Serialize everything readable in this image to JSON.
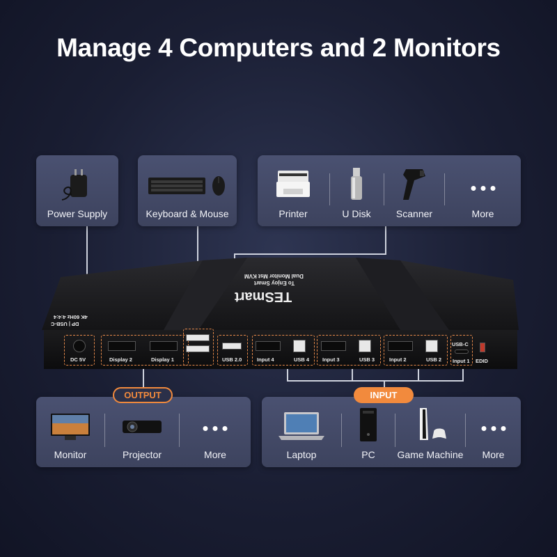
{
  "title": "Manage 4 Computers and 2 Monitors",
  "top_cards": {
    "power": {
      "label": "Power Supply",
      "icon": "power-adapter-icon"
    },
    "keyboard": {
      "label": "Keyboard & Mouse",
      "icon": "keyboard-mouse-icon"
    },
    "usb_devices": [
      {
        "label": "Printer",
        "icon": "printer-icon"
      },
      {
        "label": "U Disk",
        "icon": "usb-drive-icon"
      },
      {
        "label": "Scanner",
        "icon": "barcode-scanner-icon"
      },
      {
        "label": "More",
        "icon": "more-dots-icon"
      }
    ]
  },
  "device": {
    "brand": "TESmart",
    "tagline": "To Enjoy Smart",
    "model_text": "Dual Monitor Mst KVM",
    "side_text_1": "DP | USB-C",
    "side_text_2": "4K 60Hz 4:4:4",
    "ports": {
      "dc": "DC 5V",
      "display2": "Display 2",
      "display1": "Display 1",
      "usb20": "USB 2.0",
      "input4": "Input 4",
      "usb4": "USB 4",
      "input3": "Input 3",
      "usb3": "USB 3",
      "input2": "Input 2",
      "usb2": "USB 2",
      "usbc": "USB-C",
      "input1": "Input 1",
      "edid": "EDID"
    }
  },
  "output": {
    "badge": "OUTPUT",
    "items": [
      {
        "label": "Monitor",
        "icon": "monitor-icon"
      },
      {
        "label": "Projector",
        "icon": "projector-icon"
      },
      {
        "label": "More",
        "icon": "more-dots-icon"
      }
    ]
  },
  "input": {
    "badge": "INPUT",
    "items": [
      {
        "label": "Laptop",
        "icon": "laptop-icon"
      },
      {
        "label": "PC",
        "icon": "pc-tower-icon"
      },
      {
        "label": "Game Machine",
        "icon": "game-console-icon"
      },
      {
        "label": "More",
        "icon": "more-dots-icon"
      }
    ]
  },
  "colors": {
    "accent_orange": "#f28a3d",
    "card_bg": "#454b69",
    "background": "#1a1e33"
  }
}
